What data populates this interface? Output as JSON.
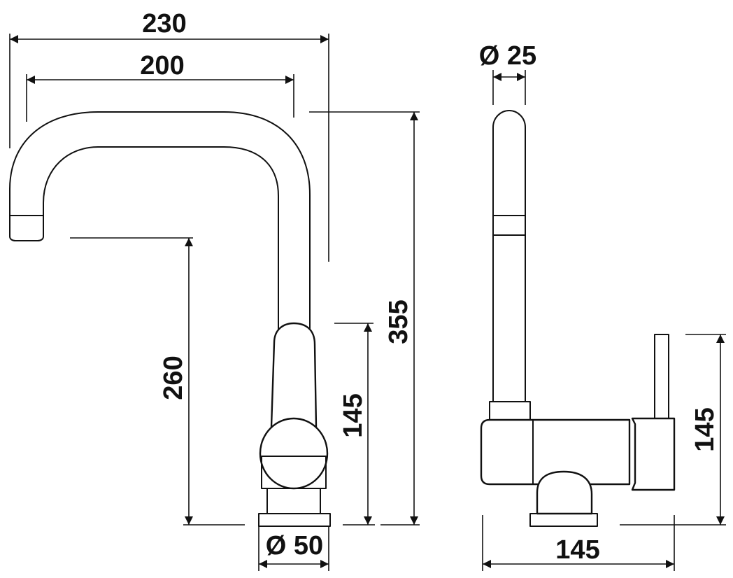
{
  "dimensions": {
    "overall_width": "230",
    "spout_reach": "200",
    "spout_height": "260",
    "body_height": "145",
    "total_height": "355",
    "spout_diameter": "Ø 25",
    "base_diameter": "Ø 50",
    "side_depth": "145",
    "side_height": "145"
  },
  "colors": {
    "line": "#111111",
    "background": "#ffffff"
  }
}
